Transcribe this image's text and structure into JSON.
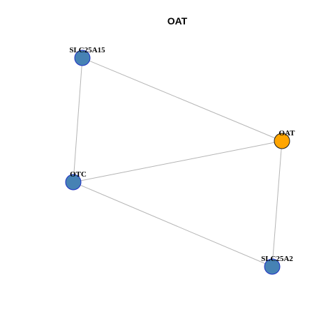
{
  "title": "OAT",
  "colors": {
    "focus_node": "#FFA500",
    "neighbor_node": "#4682B4",
    "node_border_focus": "#1a1a1a",
    "node_border_neighbor": "#1d2fc4",
    "edge": "#b4b4b4"
  },
  "nodes": [
    {
      "id": "SLC25A15",
      "label": "SLC25A15",
      "role": "neighbor"
    },
    {
      "id": "OAT",
      "label": "OAT",
      "role": "focus"
    },
    {
      "id": "OTC",
      "label": "OTC",
      "role": "neighbor"
    },
    {
      "id": "SLC25A2",
      "label": "SLC25A2",
      "role": "neighbor"
    }
  ],
  "edges": [
    {
      "source": "SLC25A15",
      "target": "OAT"
    },
    {
      "source": "SLC25A15",
      "target": "OTC"
    },
    {
      "source": "OTC",
      "target": "OAT"
    },
    {
      "source": "OTC",
      "target": "SLC25A2"
    },
    {
      "source": "OAT",
      "target": "SLC25A2"
    }
  ]
}
